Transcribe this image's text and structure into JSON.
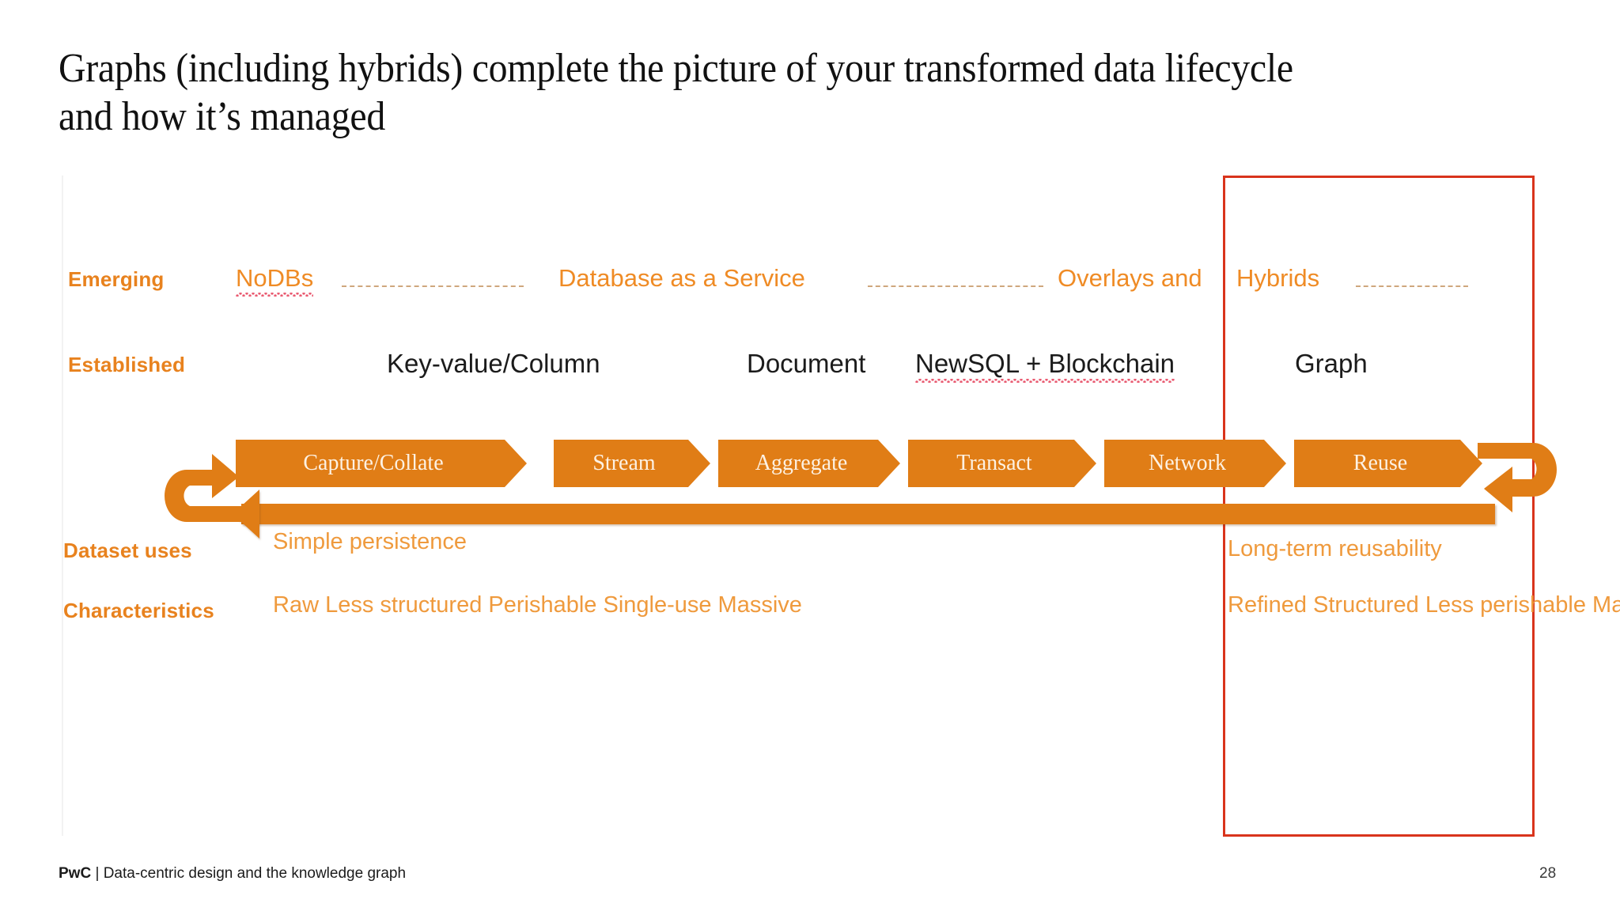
{
  "title": "Graphs (including hybrids) complete the picture of your transformed data lifecycle\nand how it’s managed",
  "colors": {
    "brand_orange": "#e07d16",
    "label_orange": "#e8821e",
    "text_orange": "#ef9a3d",
    "highlight_red": "#d9341c",
    "spellcheck_red": "#e8536a",
    "dark_text": "#1b1b1b"
  },
  "rows": {
    "emerging": {
      "label": "Emerging",
      "items": [
        {
          "text": "NoDBs",
          "spellcheck": true
        },
        {
          "text": "Database as a Service",
          "spellcheck": false
        },
        {
          "text": "Overlays and",
          "spellcheck": false
        },
        {
          "text": "Hybrids",
          "spellcheck": false
        }
      ]
    },
    "established": {
      "label": "Established",
      "items": [
        {
          "text": "Key-value/Column",
          "spellcheck": false
        },
        {
          "text": "Document",
          "spellcheck": false
        },
        {
          "text": "NewSQL + Blockchain",
          "spellcheck": true
        },
        {
          "text": "Graph",
          "spellcheck": false
        }
      ]
    },
    "dataset_uses": {
      "label": "Dataset uses",
      "left": "Simple persistence",
      "right": "Long-term reusability"
    },
    "characteristics": {
      "label": "Characteristics",
      "left": "Raw\nLess structured\nPerishable\nSingle-use\nMassive",
      "right": "Refined\nStructured\nLess perishable\nMany uses\nGoverned"
    }
  },
  "lifecycle": {
    "stages": [
      "Capture/Collate",
      "Stream",
      "Aggregate",
      "Transact",
      "Network",
      "Reuse"
    ],
    "loop_left_icon": "curved-loop-arrow-icon",
    "loop_right_icon": "curved-loop-arrow-icon",
    "return_arrow_icon": "left-arrow-icon"
  },
  "highlight": {
    "name": "graph-highlight-box",
    "border_color": "#d9341c"
  },
  "footer": {
    "brand": "PwC",
    "separator": "|",
    "deck_title": "Data-centric design and the knowledge graph",
    "page_number": "28"
  }
}
